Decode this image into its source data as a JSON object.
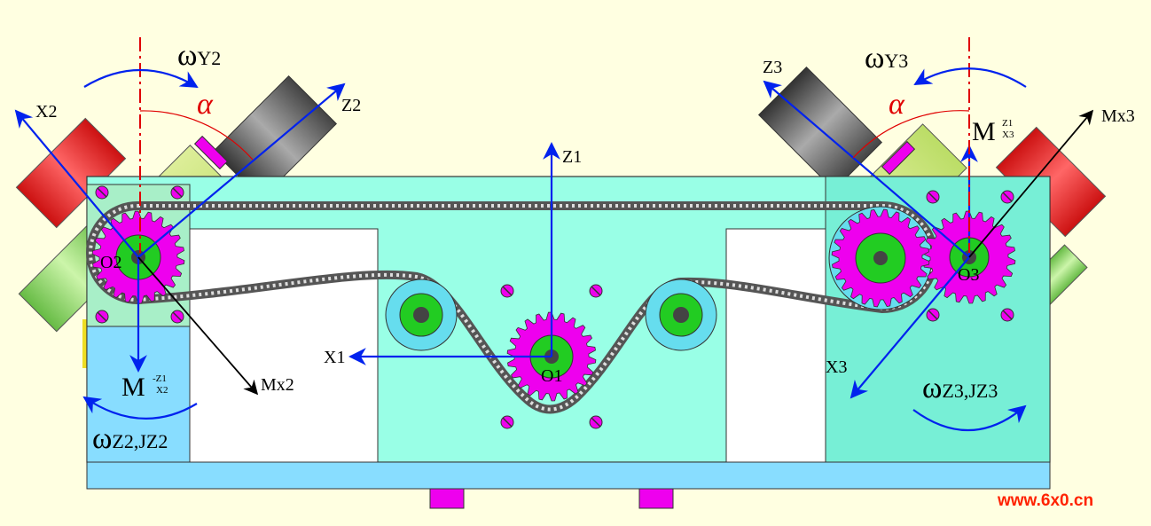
{
  "colors": {
    "background": "#FFFFE1",
    "frame": "#99FFE6",
    "frame_dark": "#77EFD6",
    "base": "#88DDFF",
    "belt": "#555555",
    "gear": "#EE00EE",
    "hub": "#22CC22",
    "idler": "#66DDEE",
    "axis_blue": "#0022EE",
    "axis_red": "#E00000",
    "moment_black": "#000000",
    "motor_red": "#EE3333",
    "motor_gray": "#666666",
    "motor_green": "#88DD66",
    "brush_magenta": "#EE00EE",
    "watermark": "#FF2200"
  },
  "labels": {
    "o1": "O1",
    "o2": "O2",
    "o3": "O3",
    "x1": "X1",
    "z1": "Z1",
    "x2": "X2",
    "z2": "Z2",
    "x3": "X3",
    "z3": "Z3",
    "mx2": "Mx2",
    "mx3": "Mx3",
    "alpha_left": "α",
    "alpha_right": "α",
    "omega_y2": {
      "main": "ω",
      "sub": "Y2"
    },
    "omega_y3": {
      "main": "ω",
      "sub": "Y3"
    },
    "omega_z2": {
      "main": "ω",
      "sub1": "Z2",
      "sep": ",J",
      "sub2": "Z2"
    },
    "omega_z3": {
      "main": "ω",
      "sub1": "Z3",
      "sep": ",J",
      "sub2": "Z3"
    },
    "m_left": {
      "main": "M",
      "sup": "-Z1",
      "sub": "X2"
    },
    "m_right": {
      "main": "M",
      "sup": "Z1",
      "sub": "X3"
    }
  },
  "watermark": "www.6x0.cn"
}
